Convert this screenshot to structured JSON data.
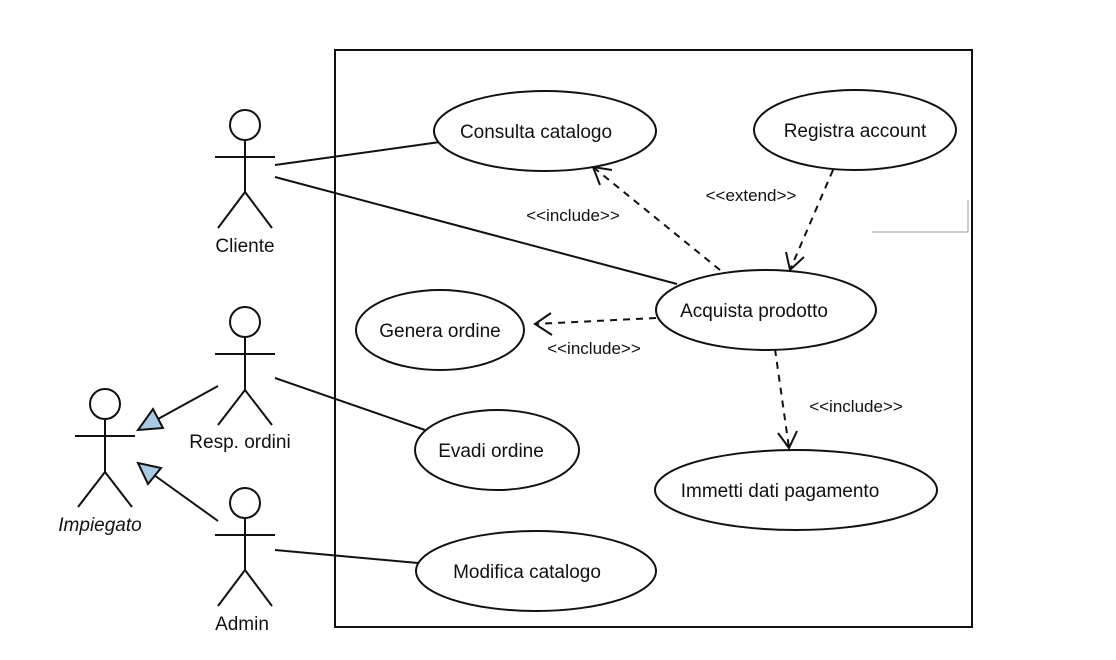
{
  "diagram": {
    "actors": {
      "cliente": "Cliente",
      "resp_ordini": "Resp. ordini",
      "admin": "Admin",
      "impiegato": "Impiegato"
    },
    "use_cases": {
      "consulta_catalogo": "Consulta catalogo",
      "registra_account": "Registra account",
      "acquista_prodotto": "Acquista prodotto",
      "genera_ordine": "Genera ordine",
      "evadi_ordine": "Evadi ordine",
      "immetti_dati_pagamento": "Immetti dati pagamento",
      "modifica_catalogo": "Modifica catalogo"
    },
    "relations": {
      "include_consulta": "<<include>>",
      "extend_registra": "<<extend>>",
      "include_genera": "<<include>>",
      "include_pagamento": "<<include>>"
    },
    "colors": {
      "generalization_arrow_fill": "#a8cbe6",
      "stroke": "#111111"
    }
  }
}
